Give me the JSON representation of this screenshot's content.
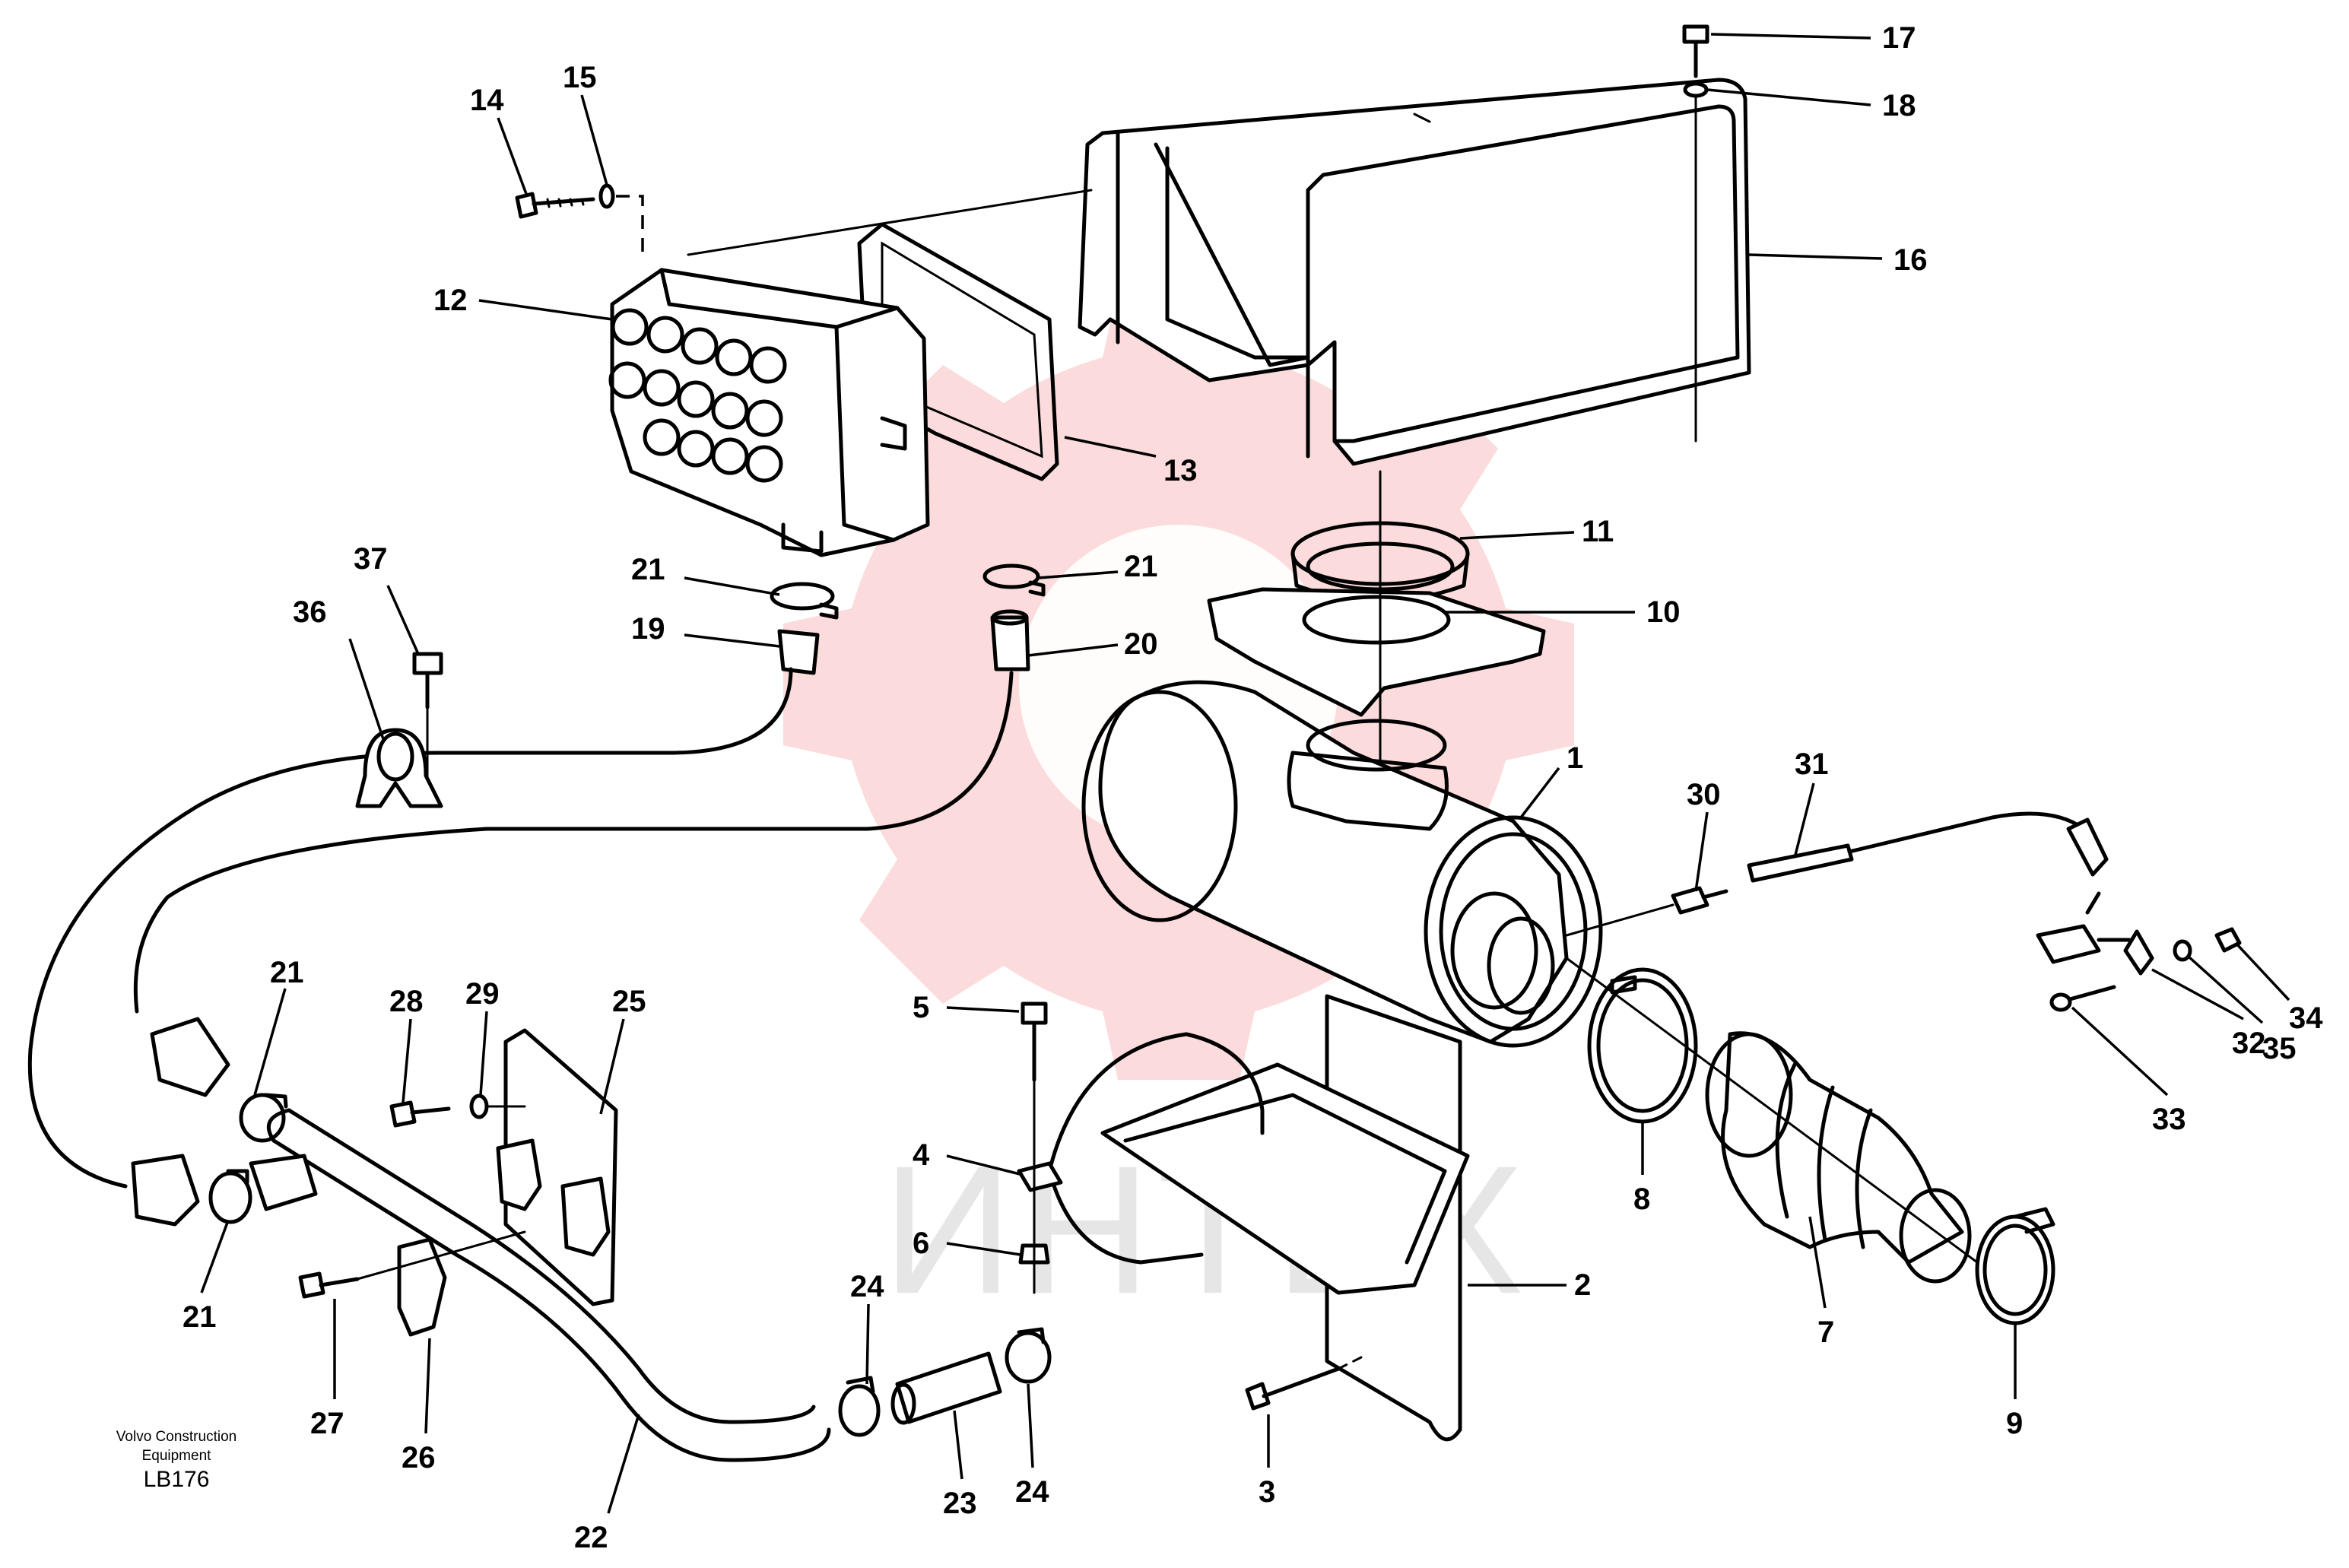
{
  "diagram": {
    "credit": {
      "company_line1": "Volvo Construction",
      "company_line2": "Equipment",
      "code": "LB176"
    },
    "watermark": {
      "text": "ИНТЕХ",
      "logo_icon": "gear-logo-watermark",
      "logo_color": "#e83a3a"
    },
    "callouts": {
      "c1": "1",
      "c2": "2",
      "c3": "3",
      "c4": "4",
      "c5": "5",
      "c6": "6",
      "c7": "7",
      "c8": "8",
      "c9": "9",
      "c10": "10",
      "c11": "11",
      "c12": "12",
      "c13": "13",
      "c14": "14",
      "c15": "15",
      "c16": "16",
      "c17": "17",
      "c18": "18",
      "c19": "19",
      "c20": "20",
      "c21a": "21",
      "c21b": "21",
      "c21c": "21",
      "c21d": "21",
      "c22": "22",
      "c23": "23",
      "c24a": "24",
      "c24b": "24",
      "c25": "25",
      "c26": "26",
      "c27": "27",
      "c28": "28",
      "c29": "29",
      "c30": "30",
      "c31": "31",
      "c32": "32",
      "c33": "33",
      "c34": "34",
      "c35": "35",
      "c36": "36",
      "c37": "37"
    }
  }
}
